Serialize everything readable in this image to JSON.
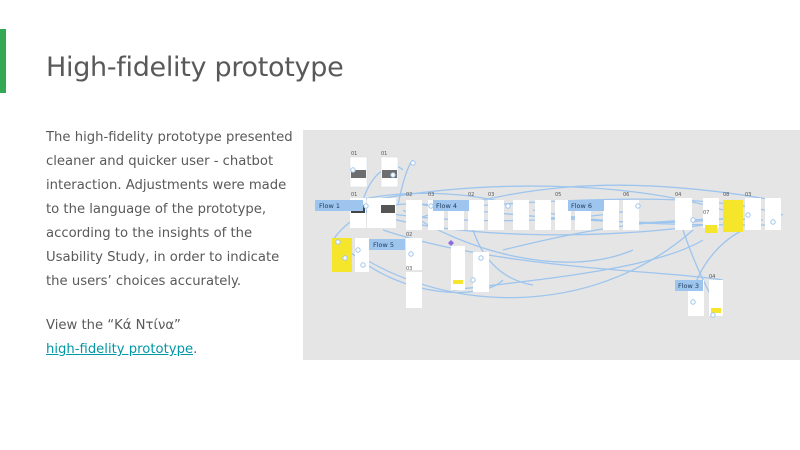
{
  "slide": {
    "title": "High-fidelity prototype",
    "accent_color": "#34a853",
    "body_lines": [
      "The high-fidelity prototype presented",
      "cleaner and quicker user - chatbot",
      "interaction. Adjustments were made",
      "to the language of the prototype,",
      "according to the insights of the",
      "Usability Study, in order to indicate",
      "the users’ choices accurately."
    ],
    "view_prefix": "View the “Κά Ντίνα”",
    "link_text": "high-fidelity prototype",
    "link_suffix": ".",
    "link_color": "#0097a7"
  },
  "prototype_map": {
    "flows": [
      "Flow 1",
      "Flow 5",
      "Flow 4",
      "Flow 6",
      "Flow 3"
    ],
    "frame_numbers": [
      "01",
      "01",
      "01",
      "02",
      "02",
      "03",
      "03",
      "02",
      "03",
      "04",
      "05",
      "06",
      "07",
      "08",
      "03",
      "04"
    ],
    "connector_color": "#9ec5ee",
    "highlight_color": "#f5e62c"
  }
}
